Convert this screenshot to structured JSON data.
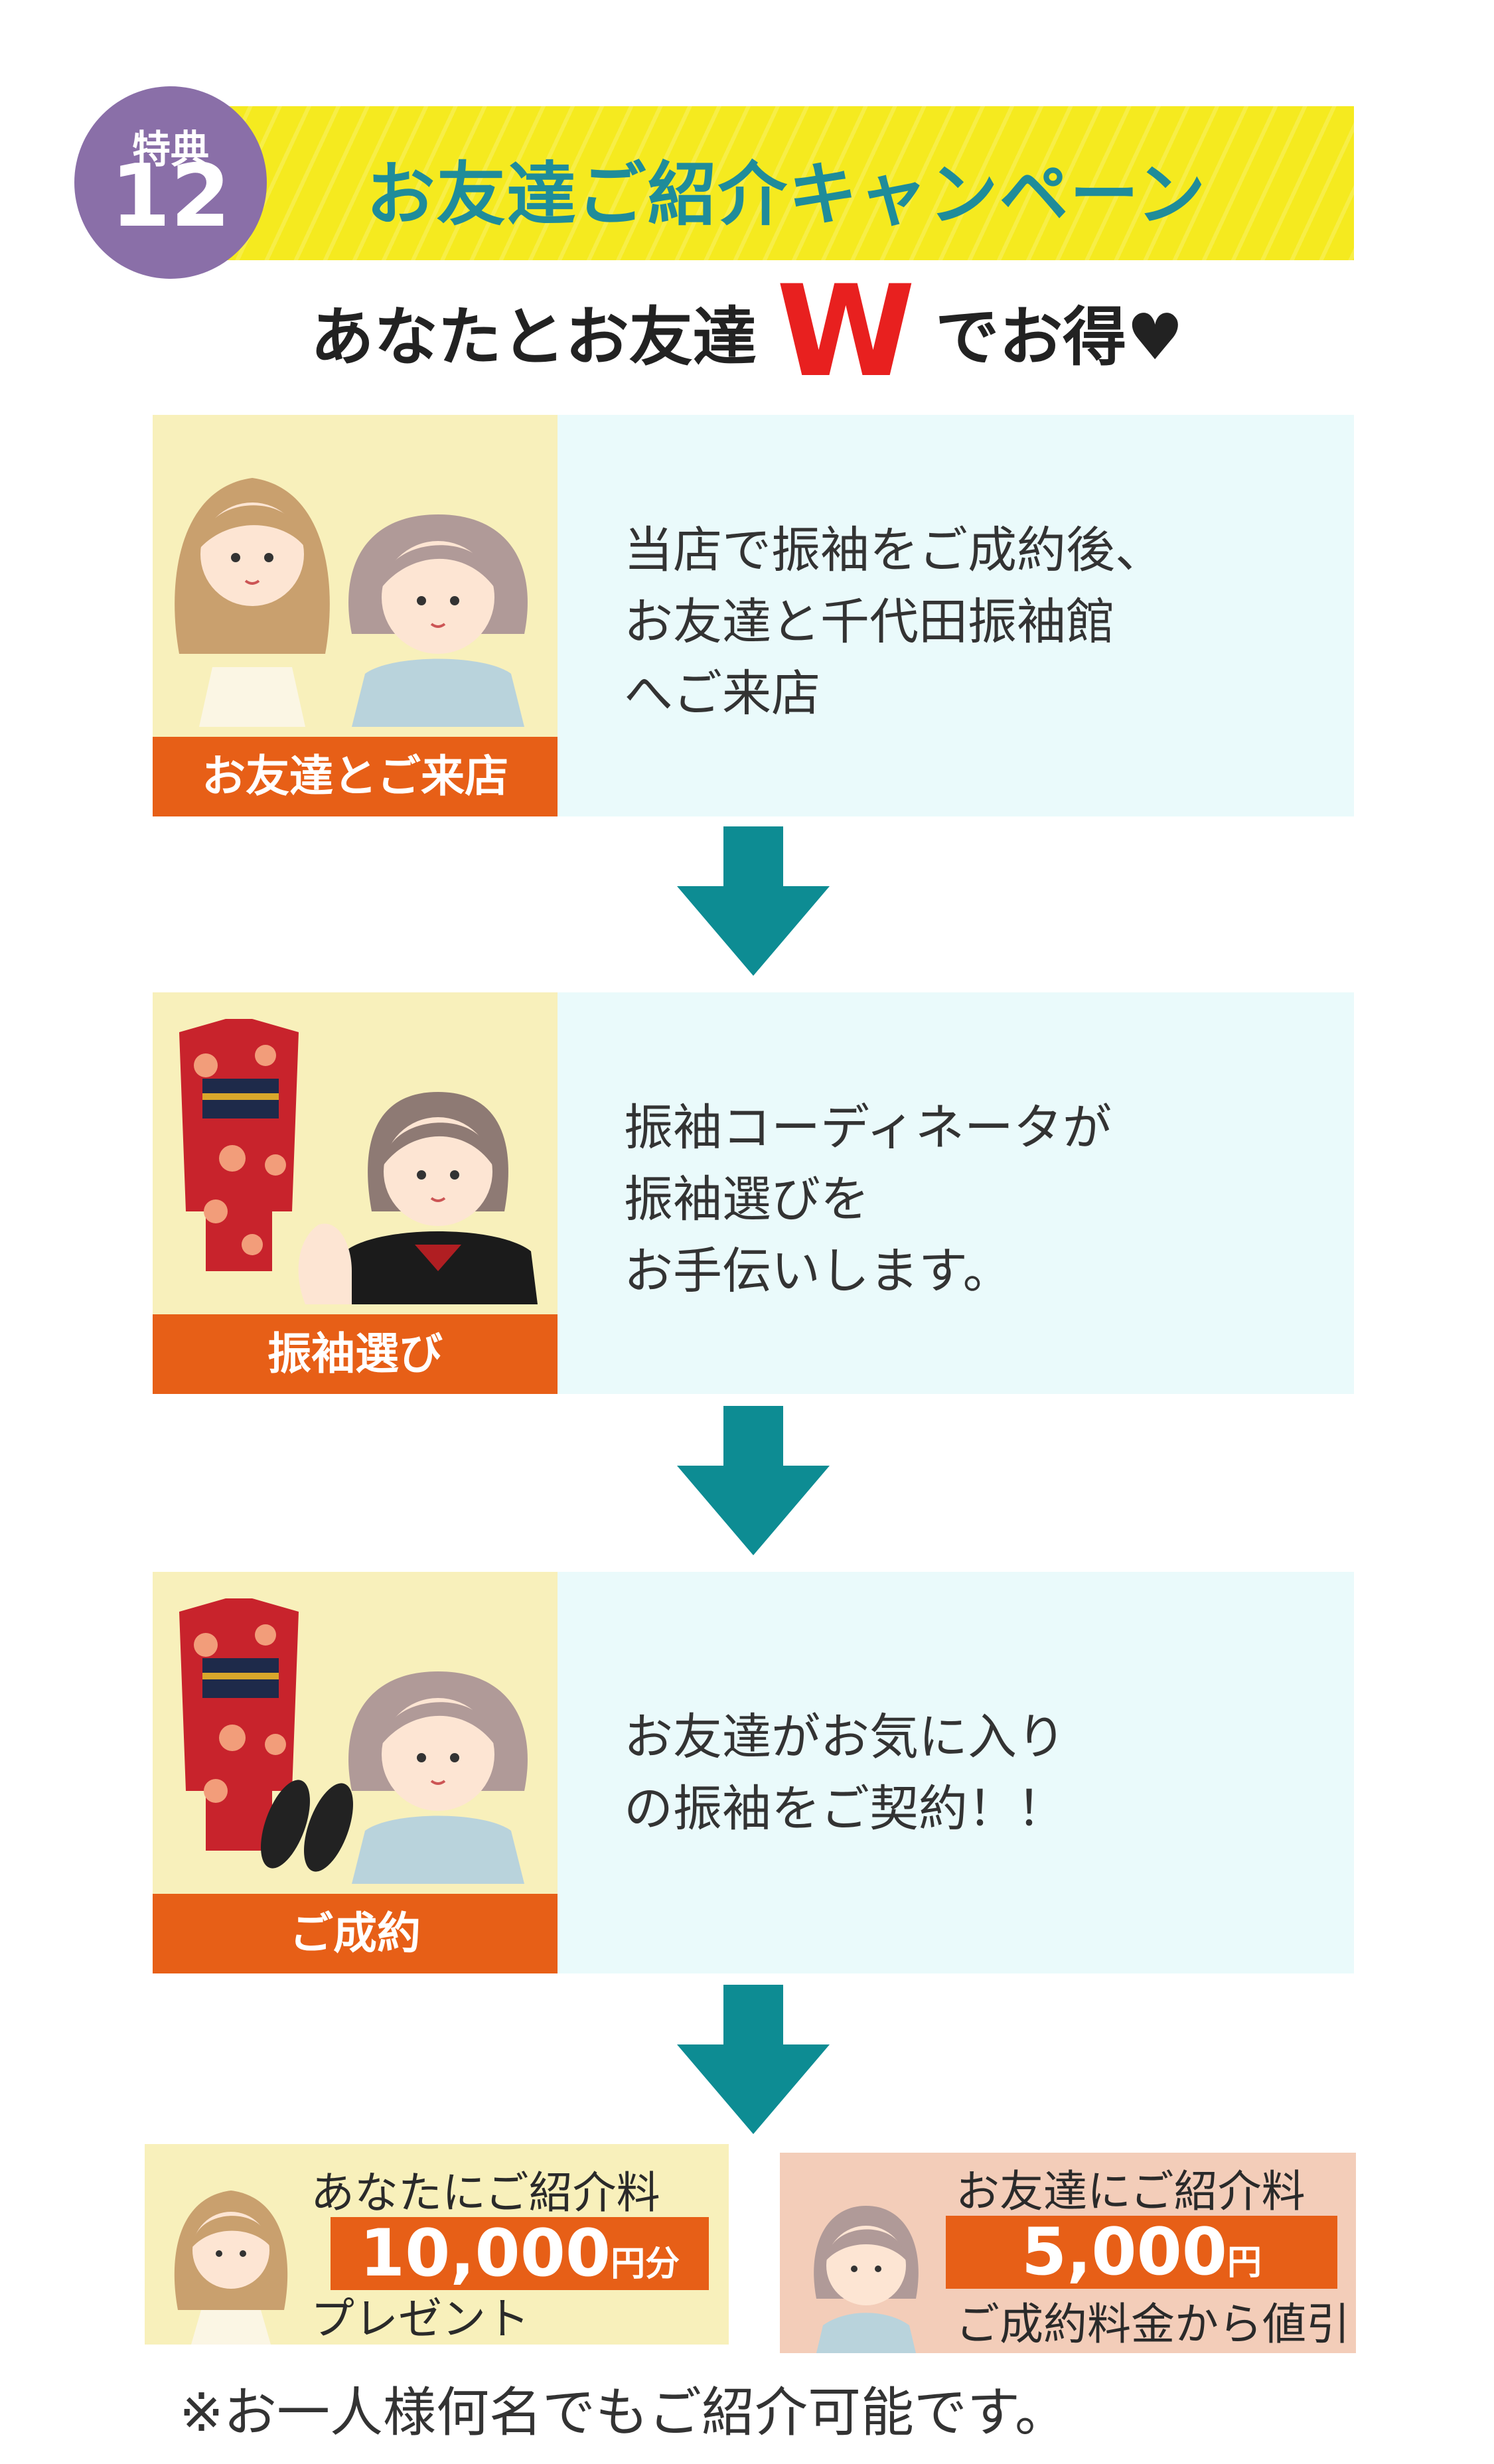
{
  "header": {
    "badge_label": "特典",
    "badge_number": "12",
    "campaign_title": "お友達ご紹介キャンペーン",
    "subtitle_before": "あなたとお友達",
    "subtitle_w": "W",
    "subtitle_after": "でお得♥"
  },
  "steps": [
    {
      "label": "お友達とご来店",
      "lines": [
        "当店で振袖をご成約後、",
        "お友達と千代田振袖館",
        "へご来店"
      ]
    },
    {
      "label": "振袖選び",
      "lines": [
        "振袖コーディネータが",
        "振袖選びを",
        "お手伝いします。"
      ]
    },
    {
      "label": "ご成約",
      "lines": [
        "お友達がお気に入り",
        "の振袖をご契約！！"
      ]
    }
  ],
  "rewards": {
    "you": {
      "heading": "あなたにご紹介料",
      "amount": "10,000",
      "unit": "円分",
      "footer": "プレゼント"
    },
    "friend": {
      "heading": "お友達にご紹介料",
      "amount": "5,000",
      "unit": "円",
      "footer": "ご成約料金から値引"
    }
  },
  "note": "※お一人様何名でもご紹介可能です。",
  "colors": {
    "accent_orange": "#e75f17",
    "teal_arrow": "#0d8c93",
    "banner_yellow": "#f5ea1f",
    "badge_purple": "#8a6fa8",
    "title_teal": "#1f8c9a",
    "w_red": "#e8201f"
  }
}
